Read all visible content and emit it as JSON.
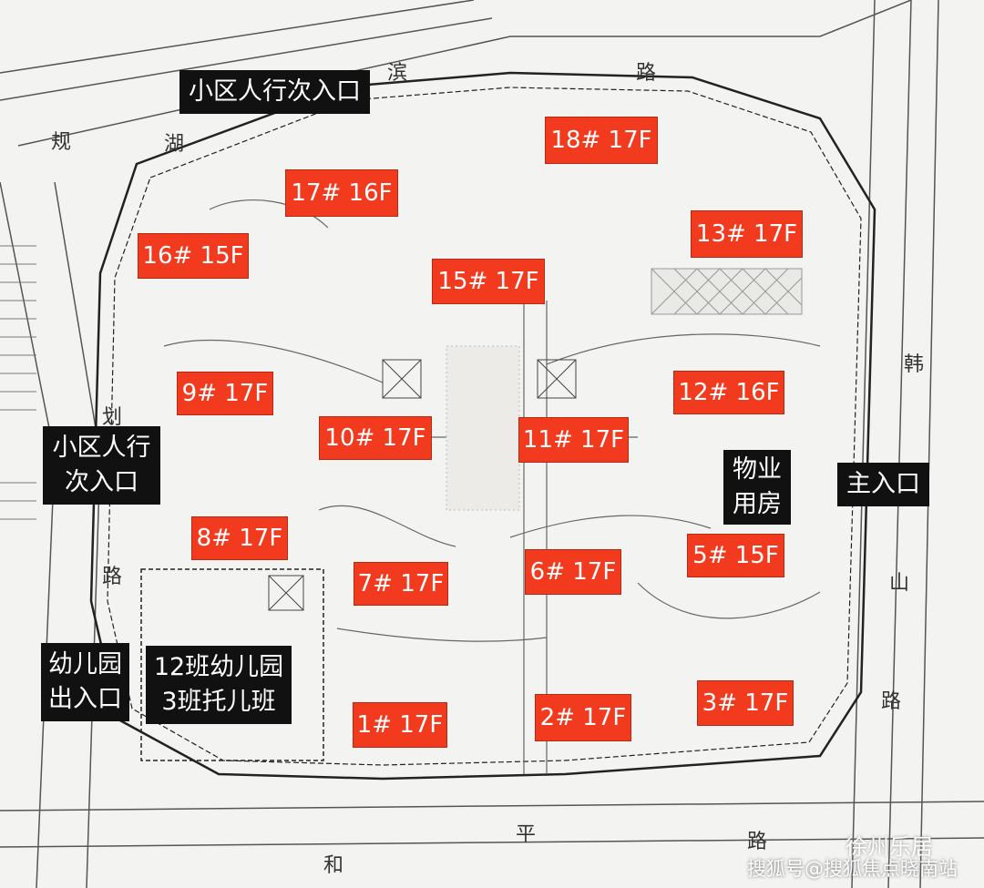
{
  "buildings": [
    {
      "id": "b18",
      "label": "18# 17F"
    },
    {
      "id": "b17",
      "label": "17# 16F"
    },
    {
      "id": "b13",
      "label": "13# 17F"
    },
    {
      "id": "b16",
      "label": "16# 15F"
    },
    {
      "id": "b15",
      "label": "15# 17F"
    },
    {
      "id": "b9",
      "label": "9# 17F"
    },
    {
      "id": "b12",
      "label": "12# 16F"
    },
    {
      "id": "b10",
      "label": "10# 17F"
    },
    {
      "id": "b11",
      "label": "11# 17F"
    },
    {
      "id": "b8",
      "label": "8# 17F"
    },
    {
      "id": "b5",
      "label": "5# 15F"
    },
    {
      "id": "b6",
      "label": "6# 17F"
    },
    {
      "id": "b7",
      "label": "7# 17F"
    },
    {
      "id": "b1",
      "label": "1# 17F"
    },
    {
      "id": "b2",
      "label": "2# 17F"
    },
    {
      "id": "b3",
      "label": "3# 17F"
    }
  ],
  "markers": {
    "ped_entrance_north": "小区人行次入口",
    "ped_entrance_west": [
      "小区人行",
      "次入口"
    ],
    "main_entrance": "主入口",
    "property_office": [
      "物业",
      "用房"
    ],
    "kindergarten_entrance": [
      "幼儿园",
      "出入口"
    ],
    "kindergarten": [
      "12班幼儿园",
      "3班托儿班"
    ]
  },
  "roads": {
    "binhu_1": "滨",
    "binhu_2": "路",
    "binhu_3": "湖",
    "gui_1": "规",
    "gui_2": "划",
    "gui_3": "路",
    "hanshan_1": "韩",
    "hanshan_2": "山",
    "hanshan_3": "路",
    "heping_1": "和",
    "heping_2": "平",
    "heping_3": "路"
  },
  "watermark": {
    "brand": "徐州乐居",
    "credit": "搜狐号@搜狐焦点晓南站"
  },
  "colors": {
    "building_bg": "#f23a1f",
    "marker_bg": "#111111",
    "road_line": "#555555",
    "boundary": "#222222"
  }
}
